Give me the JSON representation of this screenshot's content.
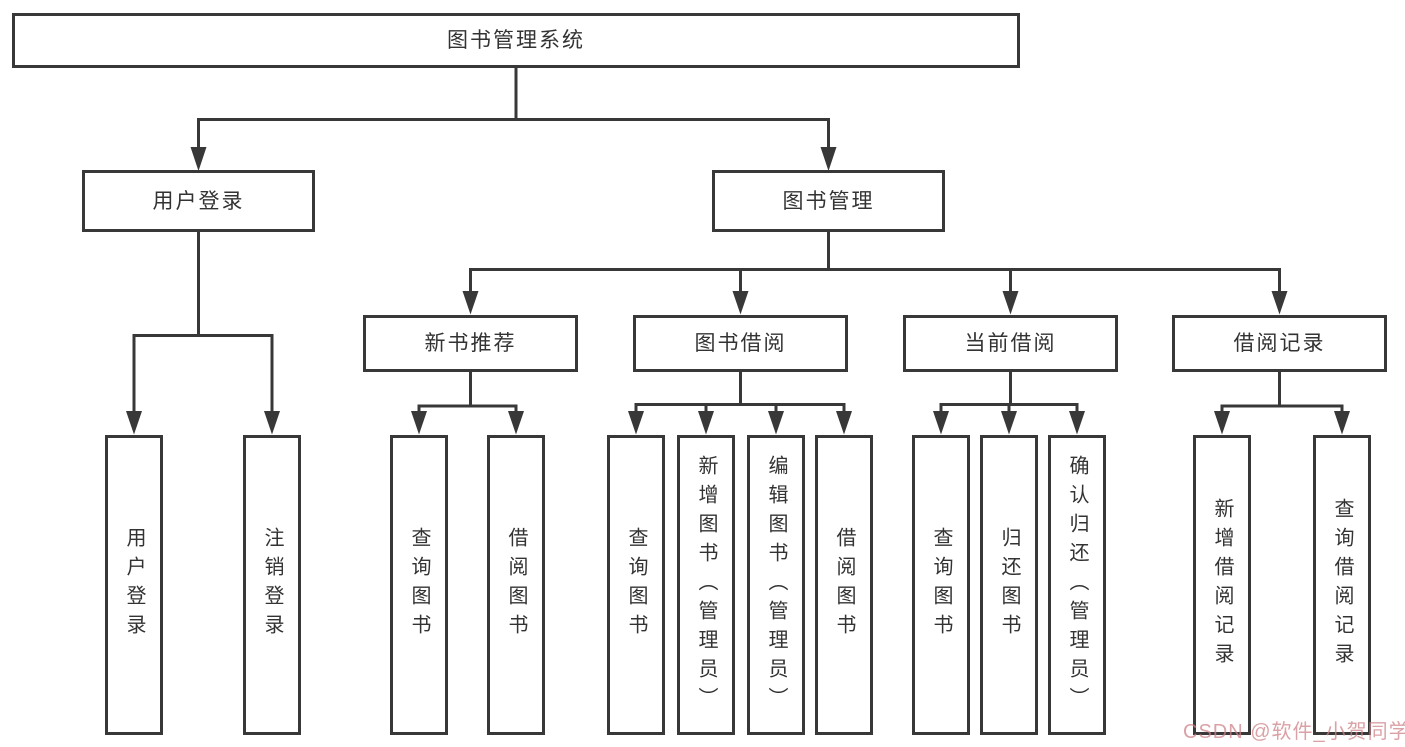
{
  "tree": {
    "label": "图书管理系统",
    "children": [
      {
        "label": "用户登录",
        "children": [
          {
            "label": "用户登录"
          },
          {
            "label": "注销登录"
          }
        ]
      },
      {
        "label": "图书管理",
        "children": [
          {
            "label": "新书推荐",
            "children": [
              {
                "label": "查询图书"
              },
              {
                "label": "借阅图书"
              }
            ]
          },
          {
            "label": "图书借阅",
            "children": [
              {
                "label": "查询图书"
              },
              {
                "label": "新增图书（管理员）"
              },
              {
                "label": "编辑图书（管理员）"
              },
              {
                "label": "借阅图书"
              }
            ]
          },
          {
            "label": "当前借阅",
            "children": [
              {
                "label": "查询图书"
              },
              {
                "label": "归还图书"
              },
              {
                "label": "确认归还（管理员）"
              }
            ]
          },
          {
            "label": "借阅记录",
            "children": [
              {
                "label": "新增借阅记录"
              },
              {
                "label": "查询借阅记录"
              }
            ]
          }
        ]
      }
    ]
  },
  "watermark": {
    "text": "CSDN @软件_小贺同学"
  },
  "colors": {
    "line": "#383838",
    "box_border": "#383838",
    "box_bg": "#ffffff",
    "text": "#333333",
    "watermark": "#ce8288"
  }
}
